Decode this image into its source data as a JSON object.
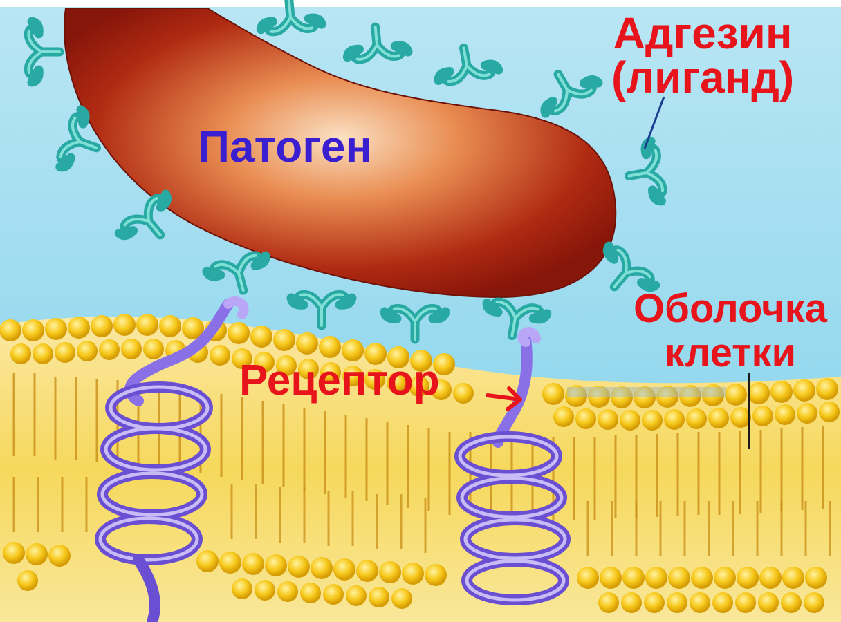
{
  "labels": {
    "adhesin_line1": "Адгезин",
    "adhesin_line2": "(лиганд)",
    "pathogen": "Патоген",
    "cell_membrane_line1": "Оболочка",
    "cell_membrane_line2": "клетки",
    "receptor": "Рецептор"
  },
  "colors": {
    "label_red": "#e8141c",
    "label_blue": "#3a1fd0",
    "background_sky": "#8fd6ee",
    "pathogen_body": "#a81c0c",
    "adhesin": "#2fb7b0",
    "membrane_heads": "#f5c417",
    "receptor_coil": "#7a5ee0"
  }
}
